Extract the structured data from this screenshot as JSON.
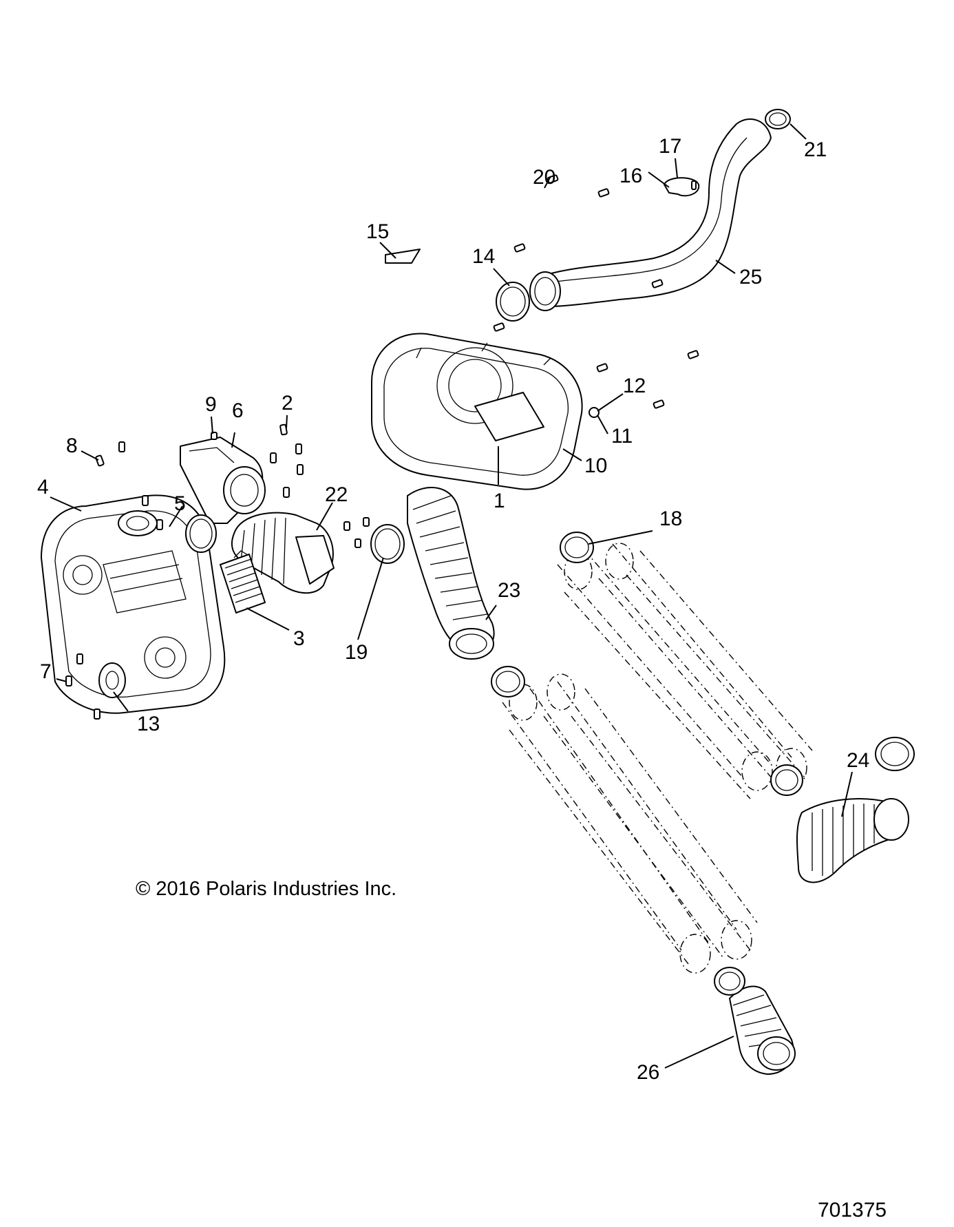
{
  "callouts": [
    "1",
    "2",
    "3",
    "4",
    "5",
    "6",
    "7",
    "8",
    "9",
    "10",
    "11",
    "12",
    "13",
    "14",
    "15",
    "16",
    "17",
    "18",
    "19",
    "20",
    "21",
    "22",
    "23",
    "24",
    "25",
    "26"
  ],
  "copyright": "© 2016 Polaris Industries Inc.",
  "doc_number": "701375"
}
